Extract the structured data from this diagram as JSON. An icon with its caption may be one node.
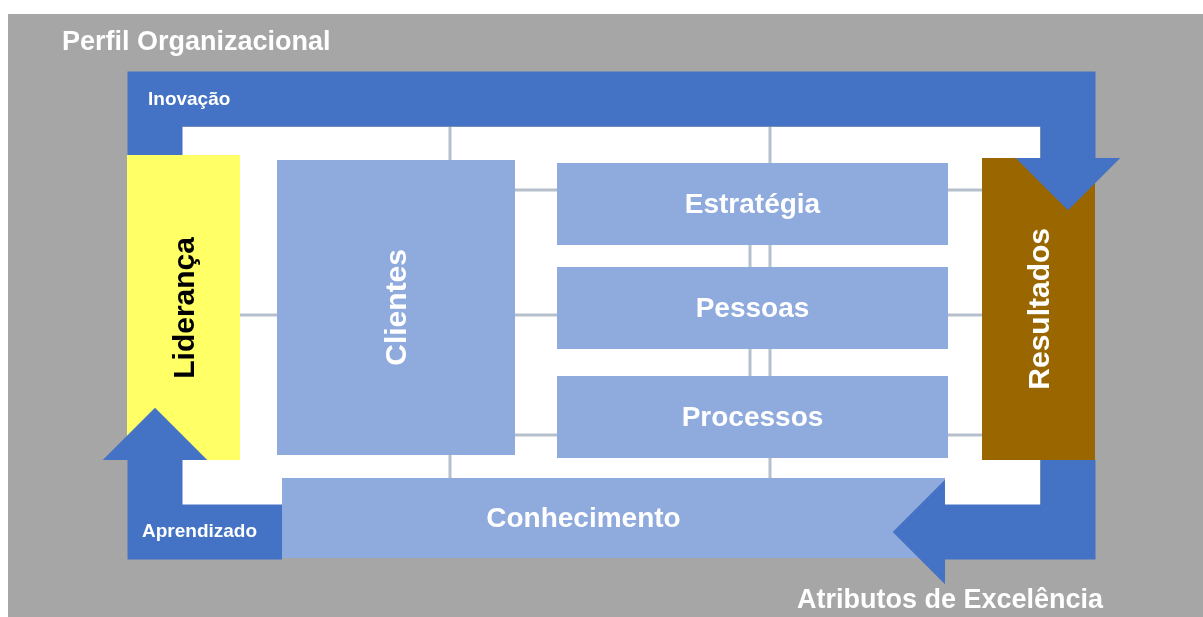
{
  "diagram": {
    "nodes": [
      {
        "text": [
          "Perfil Organizacional",
          "Atributos de Excelência"
        ]
      },
      {
        "text": [
          "Liderança"
        ],
        "in": 0
      },
      {
        "text": [
          "Clientes"
        ],
        "in": 0
      },
      {
        "text": [
          "Estratégia"
        ],
        "in": 0
      },
      {
        "text": [
          "Pessoas"
        ],
        "in": 0
      },
      {
        "text": [
          "Processos"
        ],
        "in": 0
      },
      {
        "text": [
          "Resultados"
        ],
        "in": 0
      },
      {
        "text": [
          "Conhecimento"
        ],
        "in": 0
      }
    ],
    "edges": [
      {
        "from": 1,
        "to": 6,
        "arrow": "to",
        "label": "Inovação"
      },
      {
        "from": 6,
        "to": 7,
        "arrow": "to"
      },
      {
        "from": 7,
        "to": 1,
        "arrow": "to",
        "label": "Aprendizado"
      }
    ]
  }
}
